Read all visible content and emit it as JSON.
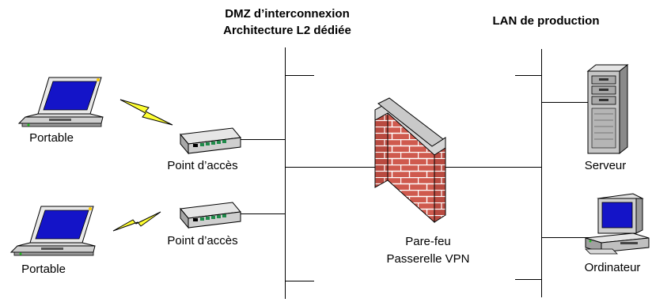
{
  "headers": {
    "dmz_line1": "DMZ d’interconnexion",
    "dmz_line2": "Architecture L2 dédiée",
    "lan": "LAN de production"
  },
  "devices": {
    "laptop_top": "Portable",
    "laptop_bottom": "Portable",
    "ap_top": "Point d’accès",
    "ap_bottom": "Point d’accès",
    "firewall_line1": "Pare-feu",
    "firewall_line2": "Passerelle VPN",
    "server": "Serveur",
    "computer": "Ordinateur"
  },
  "colors": {
    "line": "#000000",
    "brick": "#cf5a4e",
    "mortar": "#ffffff",
    "laptop_screen": "#1414c8",
    "lightning": "#ffff33",
    "device_gray": "#c8c8c8"
  }
}
